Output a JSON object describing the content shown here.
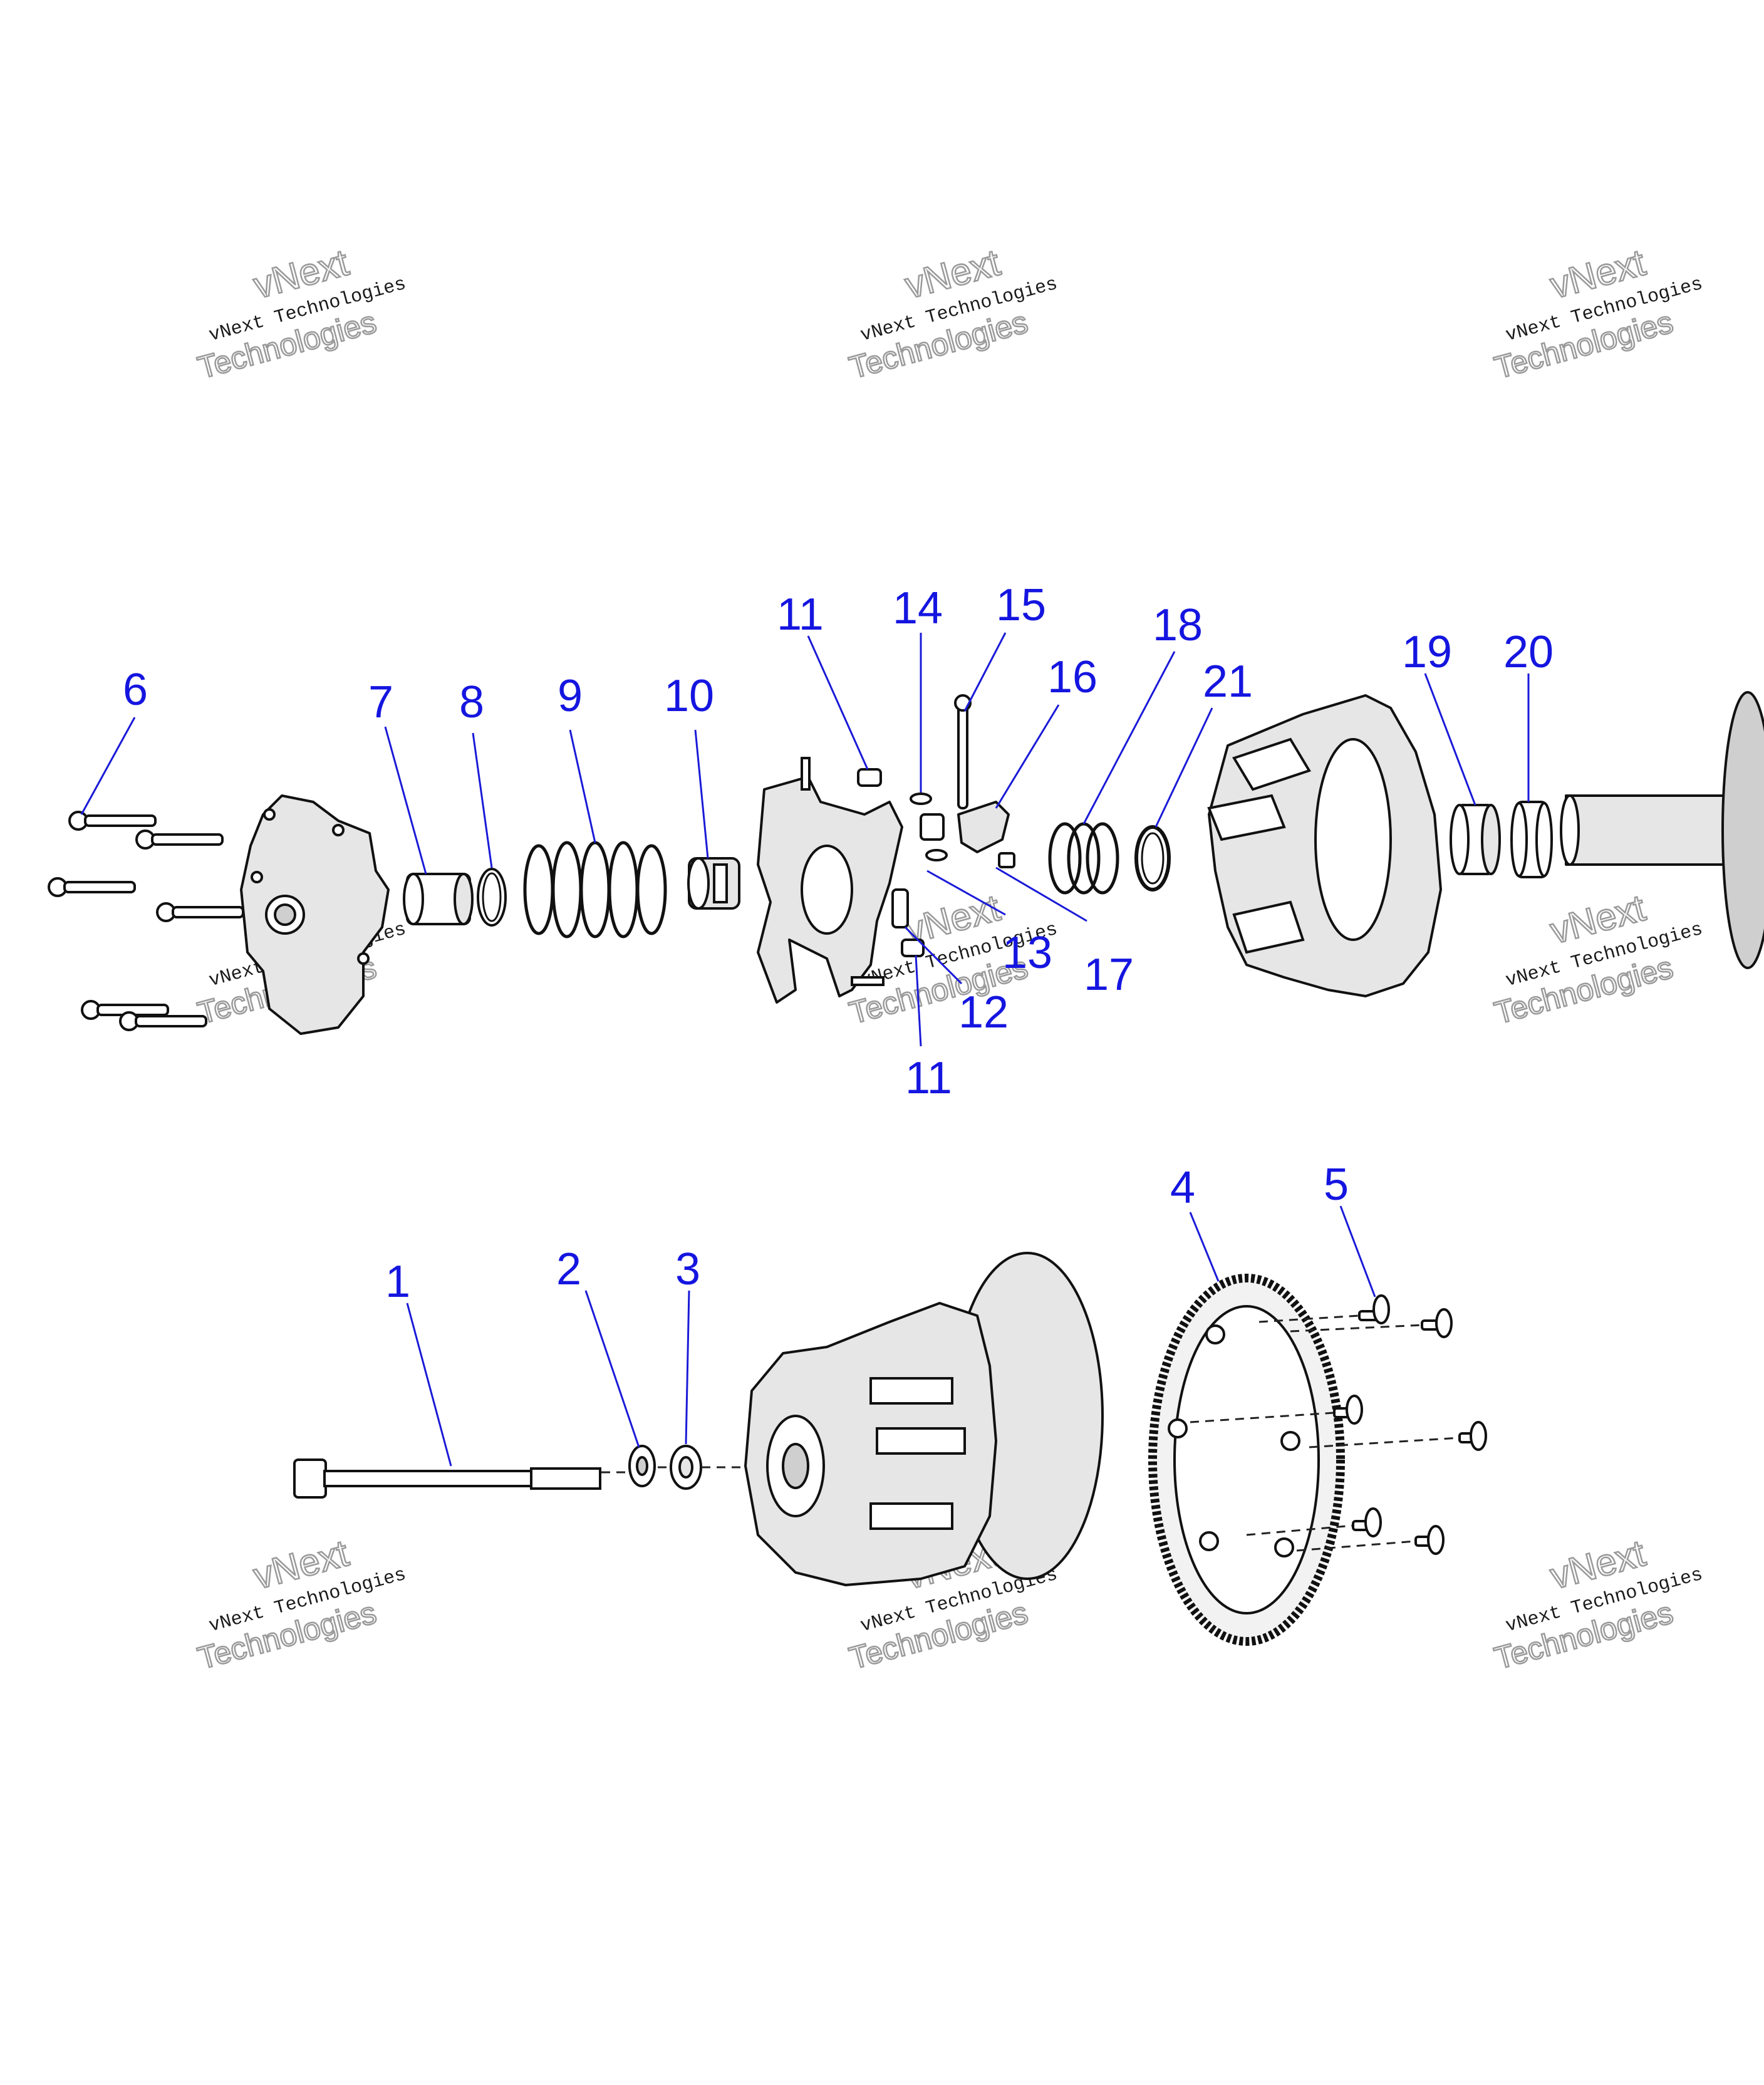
{
  "diagram": {
    "callouts": [
      "1",
      "2",
      "3",
      "4",
      "5",
      "6",
      "7",
      "8",
      "9",
      "10",
      "11",
      "11",
      "12",
      "13",
      "14",
      "15",
      "16",
      "17",
      "18",
      "19",
      "20",
      "21"
    ],
    "watermark": {
      "line_small": "vNext Technologies",
      "line_large_a": "vNext",
      "line_large_b": "Technologies"
    }
  }
}
